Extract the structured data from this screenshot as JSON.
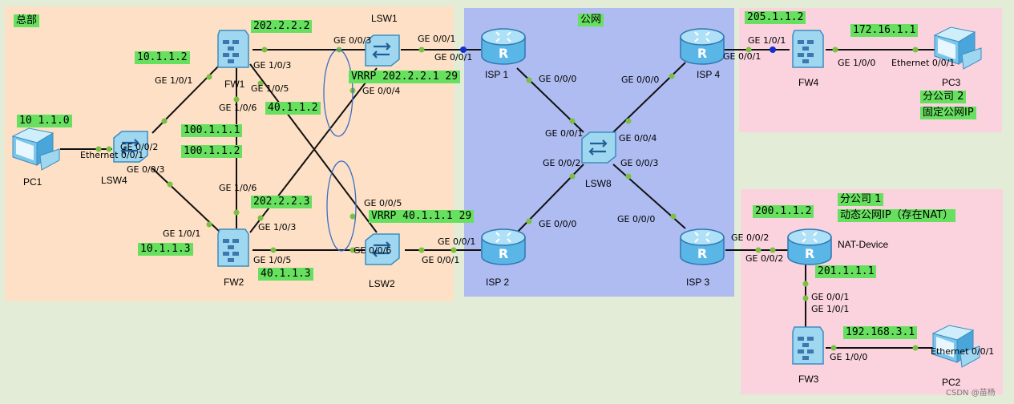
{
  "colors": {
    "hq_zone": "#fde0c5",
    "internet_zone": "#aebcf2",
    "branch_zone": "#fbd3df",
    "highlight": "#66e05e",
    "port_dot": "#7ac143",
    "link": "#111111",
    "vrrp_ellipse": "#3a6fc4"
  },
  "zones": {
    "hq": "总部",
    "internet": "公网",
    "branch2": [
      "分公司 2",
      "固定公网IP"
    ],
    "branch1": [
      "分公司 1",
      "动态公网IP（存在NAT）"
    ]
  },
  "devices": {
    "fw1": "FW1",
    "fw2": "FW2",
    "fw3": "FW3",
    "fw4": "FW4",
    "lsw1": "LSW1",
    "lsw2": "LSW2",
    "lsw4": "LSW4",
    "lsw8": "LSW8",
    "isp1": "ISP 1",
    "isp2": "ISP 2",
    "isp3": "ISP 3",
    "isp4": "ISP 4",
    "pc1": "PC1",
    "pc2": "PC2",
    "pc3": "PC3",
    "nat": "NAT-Device"
  },
  "device_icons": {
    "fw1": "firewall-icon",
    "fw2": "firewall-icon",
    "fw3": "firewall-icon",
    "fw4": "firewall-icon",
    "lsw1": "switch-icon",
    "lsw2": "switch-icon",
    "lsw4": "switch-icon",
    "lsw8": "switch-icon",
    "isp1": "router-icon",
    "isp2": "router-icon",
    "isp3": "router-icon",
    "isp4": "router-icon",
    "nat": "router-icon",
    "pc1": "pc-icon",
    "pc2": "pc-icon",
    "pc3": "pc-icon"
  },
  "addresses": {
    "a202_2_2_2": "202.2.2.2",
    "a10_1_1_2": "10.1.1.2",
    "vrrp1": "VRRP 202.2.2.1 29",
    "a40_1_1_2": "40.1.1.2",
    "a100_1_1_1": "100.1.1.1",
    "a100_1_1_2": "100.1.1.2",
    "a10_1_1_0": "10 1.1.0",
    "a202_2_2_3": "202.2.2.3",
    "vrrp2": "VRRP 40.1.1.1 29",
    "a10_1_1_3": "10.1.1.3",
    "a40_1_1_3": "40.1.1.3",
    "a205_1_1_2": "205.1.1.2",
    "a172_16_1_1": "172.16.1.1",
    "a200_1_1_2": "200.1.1.2",
    "a201_1_1_1": "201.1.1.1",
    "a192_168_3_1": "192.168.3.1"
  },
  "ports": {
    "fw1_g103": "GE 1/0/3",
    "fw1_g101": "GE 1/0/1",
    "fw1_g105": "GE 1/0/5",
    "fw1_g106": "GE 1/0/6",
    "lsw1_g003": "GE 0/0/3",
    "lsw1_g001": "GE 0/0/1",
    "lsw1_g004": "GE 0/0/4",
    "isp1_g001": "GE 0/0/1",
    "isp1_g000": "GE 0/0/0",
    "lsw4_eth": "Ethernet 0/0/1",
    "lsw4_g002": "GE 0/0/2",
    "lsw4_g003": "GE 0/0/3",
    "fw2_g106": "GE 1/0/6",
    "fw2_g103": "GE 1/0/3",
    "fw2_g101": "GE 1/0/1",
    "fw2_g105": "GE 1/0/5",
    "lsw2_g005": "GE 0/0/5",
    "lsw2_g006": "GE 0/0/6",
    "lsw2_g001": "GE 0/0/1",
    "isp2_g001": "GE 0/0/1",
    "isp2_g000": "GE 0/0/0",
    "lsw8_g001": "GE 0/0/1",
    "lsw8_g002": "GE 0/0/2",
    "lsw8_g003": "GE 0/0/3",
    "lsw8_g004": "GE 0/0/4",
    "isp4_g000": "GE 0/0/0",
    "isp4_g001": "GE 0/0/1",
    "isp3_g000": "GE 0/0/0",
    "isp3_g002": "GE 0/0/2",
    "fw4_g101": "GE 1/0/1",
    "fw4_g100": "GE 1/0/0",
    "pc3_eth": "Ethernet 0/0/1",
    "nat_g002": "GE 0/0/2",
    "nat_g001": "GE 0/0/1",
    "fw3_g101": "GE 1/0/1",
    "fw3_g100": "GE 1/0/0",
    "pc2_eth": "Ethernet 0/0/1"
  },
  "watermark": "CSDN @苗杨"
}
